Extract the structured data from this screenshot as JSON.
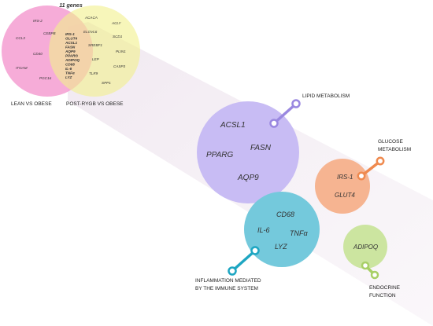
{
  "venn": {
    "intersection_title": "11 genes",
    "left_label": "LEAN VS OBESE",
    "right_label": "POST-RYGB VS OBESE",
    "left_only": [
      "IRS-2",
      "CEBPB",
      "CCL3",
      "CD40",
      "ITGAM",
      "PGC1α"
    ],
    "intersection": [
      "IRS-1",
      "GLUT4",
      "ACSL1",
      "FASN",
      "AQP9",
      "PPARG",
      "ADIPOQ",
      "CD68",
      "IL-6",
      "TNFα",
      "LYZ"
    ],
    "right_only": [
      "ACACA",
      "ELOVL6",
      "ACLY",
      "SREBF1",
      "SCD1",
      "LEP",
      "PLIN1",
      "TLR9",
      "CASP3",
      "SPP1"
    ]
  },
  "groups": [
    {
      "id": "lipid",
      "label_lines": [
        "LIPID METABOLISM"
      ],
      "genes": [
        "ACSL1",
        "FASN",
        "PPARG",
        "AQP9"
      ],
      "color": "#c8bcf4",
      "accent": "#9a88e0"
    },
    {
      "id": "glucose",
      "label_lines": [
        "GLUCOSE",
        "METABOLISM"
      ],
      "genes": [
        "IRS-1",
        "GLUT4"
      ],
      "color": "#f6b491",
      "accent": "#ef8a4f"
    },
    {
      "id": "inflammation",
      "label_lines": [
        "INFLAMMATION MEDIATED",
        "BY THE IMMUNE SYSTEM"
      ],
      "genes": [
        "CD68",
        "IL-6",
        "TNFα",
        "LYZ"
      ],
      "color": "#74c9dc",
      "accent": "#1ea6c2"
    },
    {
      "id": "endocrine",
      "label_lines": [
        "ENDOCRINE",
        "FUNCTION"
      ],
      "genes": [
        "ADIPOQ"
      ],
      "color": "#cce5a0",
      "accent": "#a8cf66"
    }
  ]
}
